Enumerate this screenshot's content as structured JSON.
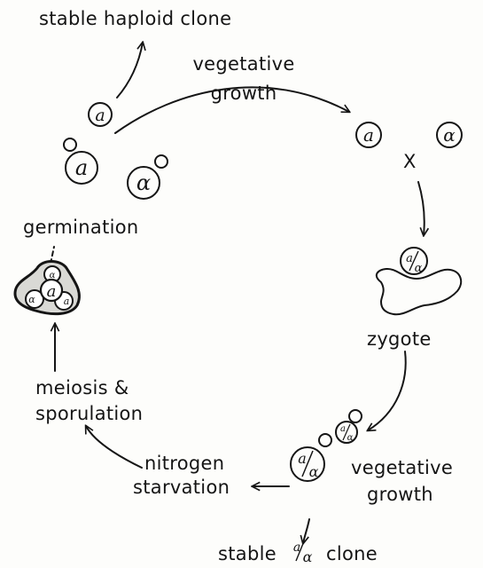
{
  "labels": {
    "stable_haploid_clone": "stable haploid clone",
    "vegetative_growth_top_line1": "vegetative",
    "vegetative_growth_top_line2": "growth",
    "cross": "X",
    "germination": "germination",
    "zygote": "zygote",
    "meiosis_line1": "meiosis &",
    "meiosis_line2": "sporulation",
    "nitrogen_line1": "nitrogen",
    "nitrogen_line2": "starvation",
    "vegetative_growth_bottom_line1": "vegetative",
    "vegetative_growth_bottom_line2": "growth",
    "stable_diploid_prefix": "stable",
    "stable_diploid_suffix": "clone"
  },
  "cells": {
    "a": "a",
    "alpha": "α",
    "diploid_top": "a",
    "diploid_bottom": "α"
  }
}
